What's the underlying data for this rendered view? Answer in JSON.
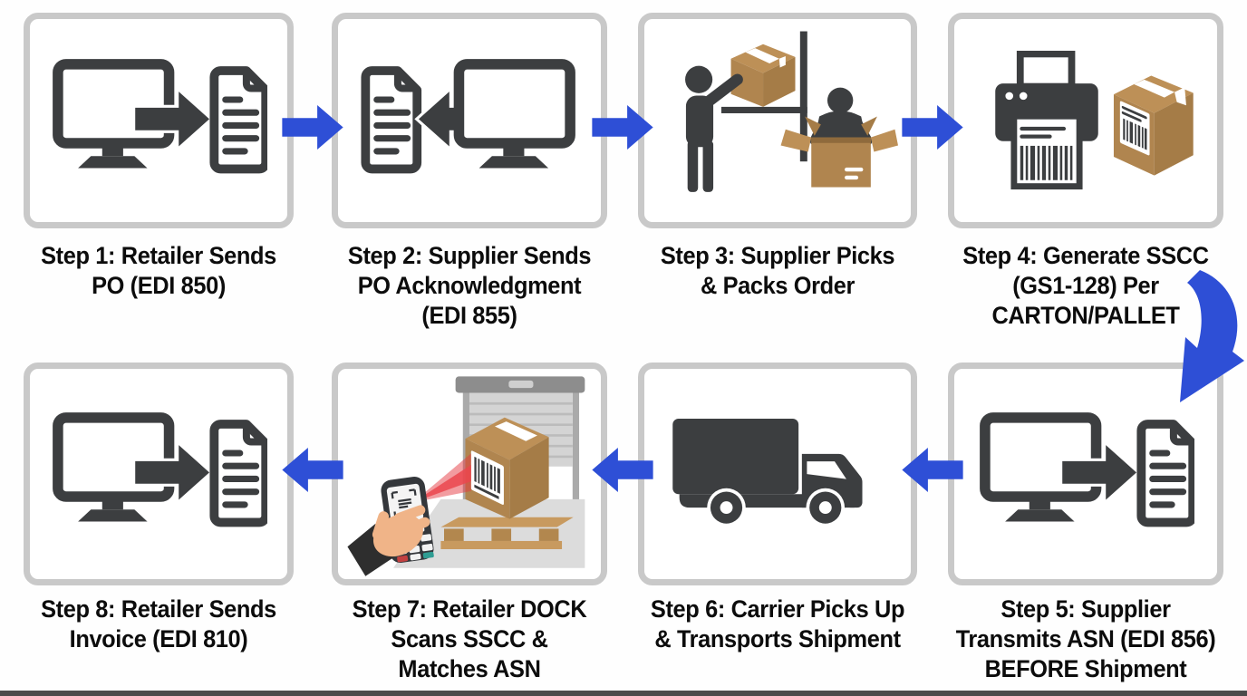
{
  "diagram": {
    "type": "process-flow",
    "rows": 2,
    "columns": 4,
    "colors": {
      "arrow_blue": "#2e4fd6",
      "icon_dark": "#3c3e40",
      "carton_brown": "#b0854f",
      "card_border": "#c9c9c9",
      "laser_red": "#e6394a",
      "bottom_strip": "#4b4b4b"
    }
  },
  "steps": [
    {
      "step": 1,
      "label": "Step 1: Retailer Sends\nPO (EDI 850)",
      "icon": "computer-sends-document"
    },
    {
      "step": 2,
      "label": "Step 2: Supplier Sends\nPO Acknowledgment\n(EDI 855)",
      "icon": "computer-receives-document"
    },
    {
      "step": 3,
      "label": "Step 3: Supplier Picks\n& Packs Order",
      "icon": "worker-pick-pack"
    },
    {
      "step": 4,
      "label": "Step 4: Generate SSCC\n(GS1-128) Per\nCARTON/PALLET",
      "icon": "label-printer-and-carton"
    },
    {
      "step": 5,
      "label": "Step 5: Supplier\nTransmits ASN (EDI 856)\nBEFORE Shipment",
      "icon": "computer-sends-document"
    },
    {
      "step": 6,
      "label": "Step 6: Carrier Picks Up\n& Transports Shipment",
      "icon": "delivery-truck"
    },
    {
      "step": 7,
      "label": "Step 7: Retailer DOCK\nScans SSCC &\nMatches ASN",
      "icon": "dock-barcode-scan"
    },
    {
      "step": 8,
      "label": "Step 8: Retailer Sends\nInvoice (EDI 810)",
      "icon": "computer-sends-document"
    }
  ],
  "connectors": [
    {
      "from": 1,
      "to": 2,
      "shape": "straight-right"
    },
    {
      "from": 2,
      "to": 3,
      "shape": "straight-right"
    },
    {
      "from": 3,
      "to": 4,
      "shape": "straight-right"
    },
    {
      "from": 4,
      "to": 5,
      "shape": "curved-down"
    },
    {
      "from": 5,
      "to": 6,
      "shape": "straight-left"
    },
    {
      "from": 6,
      "to": 7,
      "shape": "straight-left"
    },
    {
      "from": 7,
      "to": 8,
      "shape": "straight-left"
    }
  ]
}
